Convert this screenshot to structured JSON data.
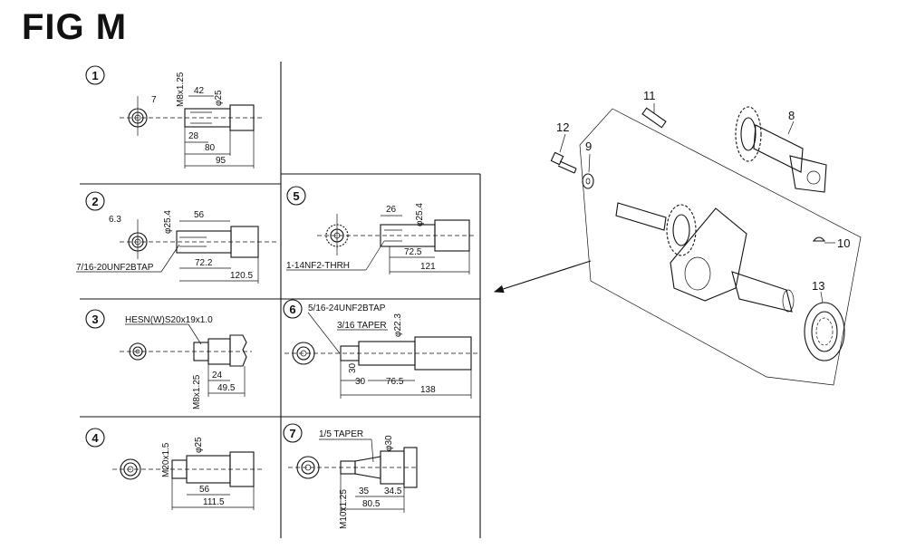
{
  "title": "FIG M",
  "panels": [
    {
      "n": "1",
      "labels": {
        "d1": "7",
        "d2": "M8x1.25",
        "d3": "42",
        "d4": "φ25",
        "d5": "28",
        "d6": "80",
        "d7": "95"
      }
    },
    {
      "n": "2",
      "labels": {
        "d1": "6.3",
        "d2": "φ25.4",
        "d3": "56",
        "d4": "7/16-20UNF2BTAP",
        "d5": "72.2",
        "d6": "120.5"
      }
    },
    {
      "n": "3",
      "labels": {
        "d1": "HESN(W)S20x19x1.0",
        "d2": "M8x1.25",
        "d3": "24",
        "d4": "49.5"
      }
    },
    {
      "n": "4",
      "labels": {
        "d1": "M20x1.5",
        "d2": "φ25",
        "d3": "56",
        "d4": "111.5"
      }
    },
    {
      "n": "5",
      "labels": {
        "d1": "26",
        "d2": "φ25.4",
        "d3": "72.5",
        "d4": "1-14NF2-THRH",
        "d5": "121"
      }
    },
    {
      "n": "6",
      "labels": {
        "d1": "5/16-24UNF2BTAP",
        "d2": "3/16 TAPER",
        "d3": "φ22.3",
        "d4": "30",
        "d5": "30",
        "d6": "76.5",
        "d7": "138"
      }
    },
    {
      "n": "7",
      "labels": {
        "d1": "1/5 TAPER",
        "d2": "φ30",
        "d3": "35",
        "d4": "34.5",
        "d5": "80.5",
        "d6": "M10x1.25"
      }
    }
  ],
  "parts": [
    "8",
    "9",
    "10",
    "11",
    "12",
    "13"
  ]
}
